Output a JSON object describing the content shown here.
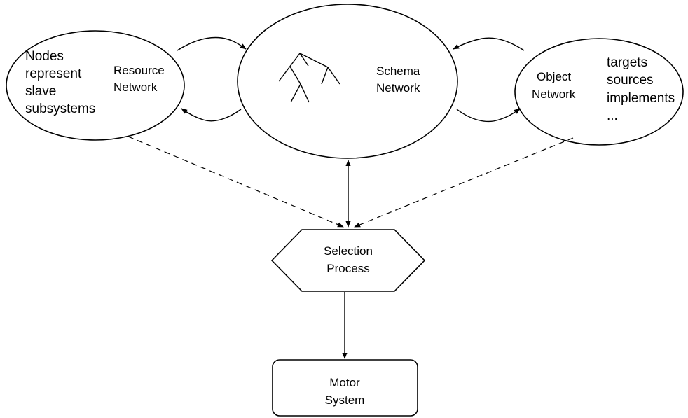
{
  "resource_network": {
    "nodes_lines": [
      "Nodes",
      "represent",
      "slave",
      "subsystems"
    ],
    "title_lines": [
      "Resource",
      "Network"
    ]
  },
  "schema_network": {
    "title_lines": [
      "Schema",
      "Network"
    ]
  },
  "object_network": {
    "title_lines": [
      "Object",
      "Network"
    ],
    "relations": [
      "targets",
      "sources",
      "implements",
      "..."
    ]
  },
  "selection_process": {
    "title_lines": [
      "Selection",
      "Process"
    ]
  },
  "motor_system": {
    "title_lines": [
      "Motor",
      "System"
    ]
  }
}
